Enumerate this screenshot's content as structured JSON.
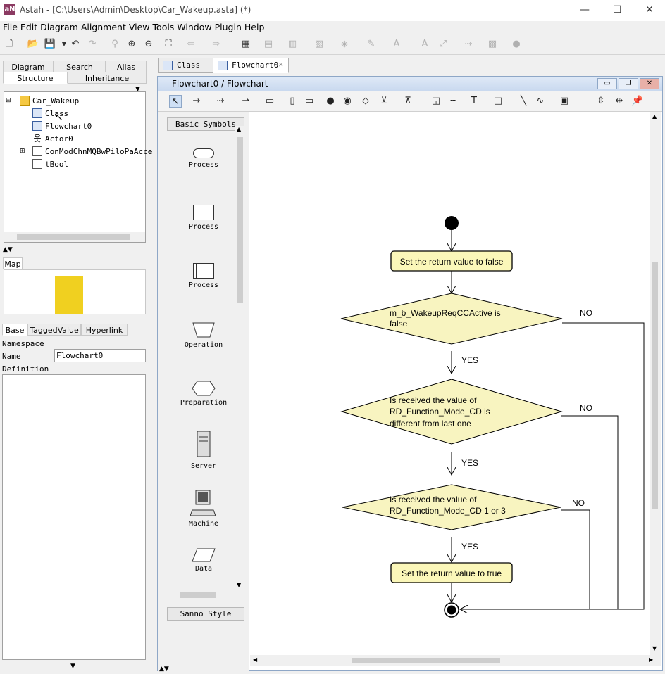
{
  "window": {
    "title": "Astah - [C:\\Users\\Admin\\Desktop\\Car_Wakeup.asta] (*)",
    "logo": "aN",
    "minimize_label": "—",
    "maximize_label": "☐",
    "close_label": "✕"
  },
  "menu": [
    "File",
    "Edit",
    "Diagram",
    "Alignment",
    "View",
    "Tools",
    "Window",
    "Plugin",
    "Help"
  ],
  "left_tabs": {
    "diagram": "Diagram",
    "search": "Search",
    "alias": "Alias",
    "structure": "Structure",
    "inheritance": "Inheritance"
  },
  "tree": {
    "root": "Car_Wakeup",
    "items": [
      "Class",
      "Flowchart0",
      "Actor0",
      "ConModChnMQBwPiloPaAcce",
      "tBool"
    ]
  },
  "map_tab": "Map",
  "prop_tabs": [
    "Base",
    "TaggedValue",
    "Hyperlink"
  ],
  "properties": {
    "namespace_label": "Namespace",
    "name_label": "Name",
    "name_value": "Flowchart0",
    "definition_label": "Definition"
  },
  "doc_tabs": [
    "Class",
    "Flowchart0"
  ],
  "inner_window": {
    "title": "Flowchart0 / Flowchart"
  },
  "palette": {
    "header": "Basic Symbols",
    "footer": "Sanno Style",
    "items": [
      "Process",
      "Process",
      "Process",
      "Operation",
      "Preparation",
      "Server",
      "Machine",
      "Data"
    ]
  },
  "flowchart": {
    "step1": "Set the return value to false",
    "d1_line1": "m_b_WakeupReqCCActive is",
    "d1_line2": "false",
    "d2_line1": "Is received the value of",
    "d2_line2": "RD_Function_Mode_CD is",
    "d2_line3": "different from last one",
    "d3_line1": "Is received the value of",
    "d3_line2": "RD_Function_Mode_CD 1 or 3",
    "step2": "Set the return value to true",
    "yes": "YES",
    "no": "NO",
    "node_fill": "#fbf7b9",
    "diamond_fill": "#f8f4c0"
  }
}
